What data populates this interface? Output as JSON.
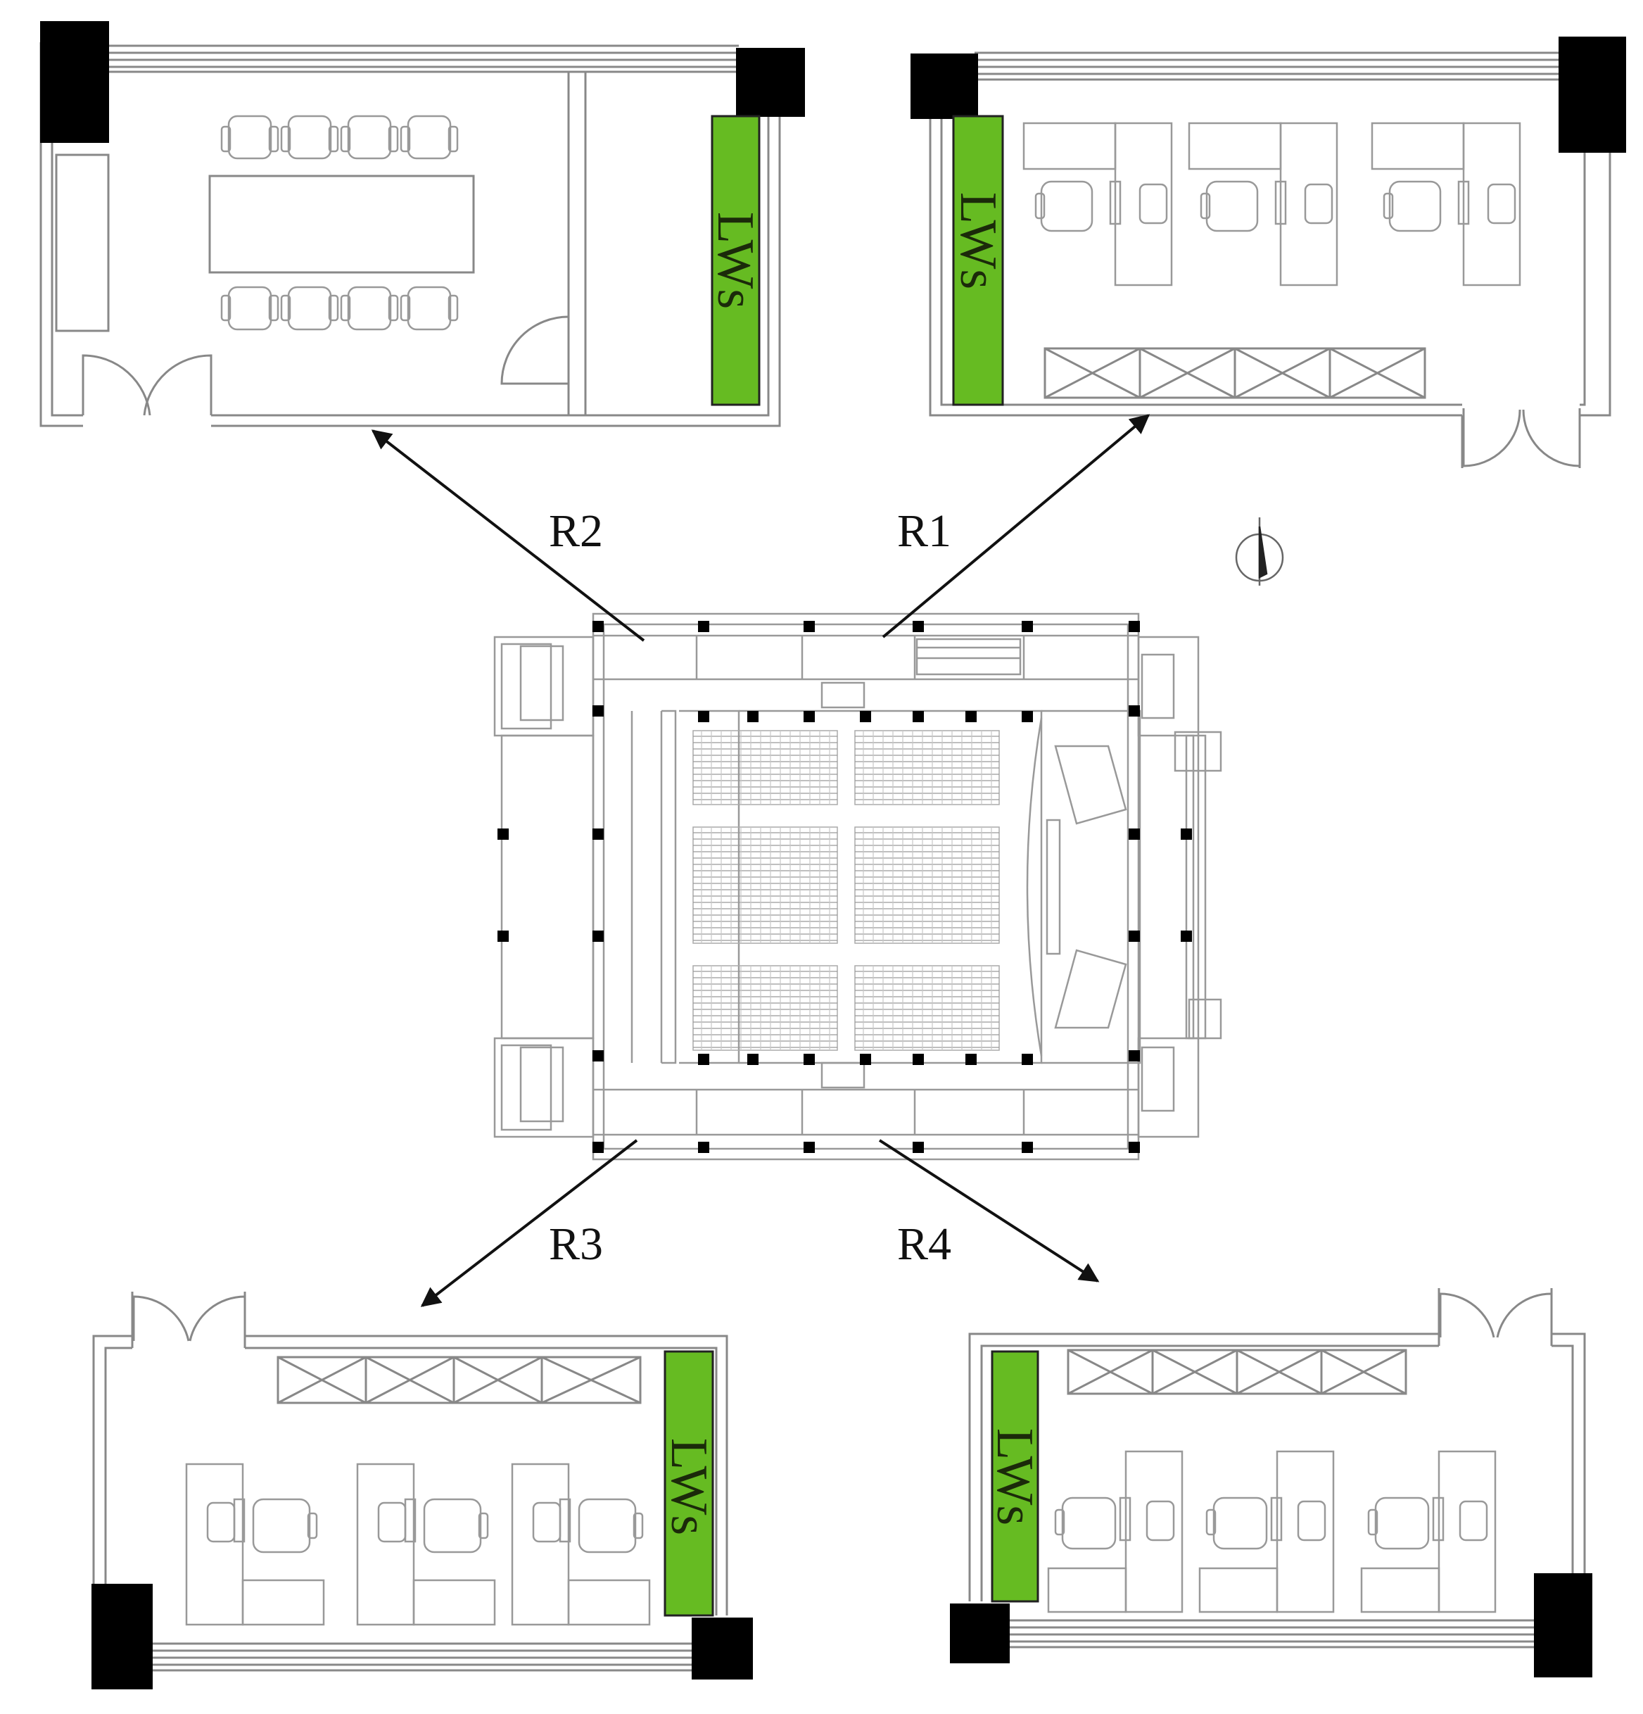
{
  "room_labels": {
    "r1": "R1",
    "r2": "R2",
    "r3": "R3",
    "r4": "R4"
  },
  "wall_label": "LWs",
  "colors": {
    "lws_green": "#66bb22",
    "line": "#888888",
    "column": "#000000",
    "arrow": "#111111"
  }
}
